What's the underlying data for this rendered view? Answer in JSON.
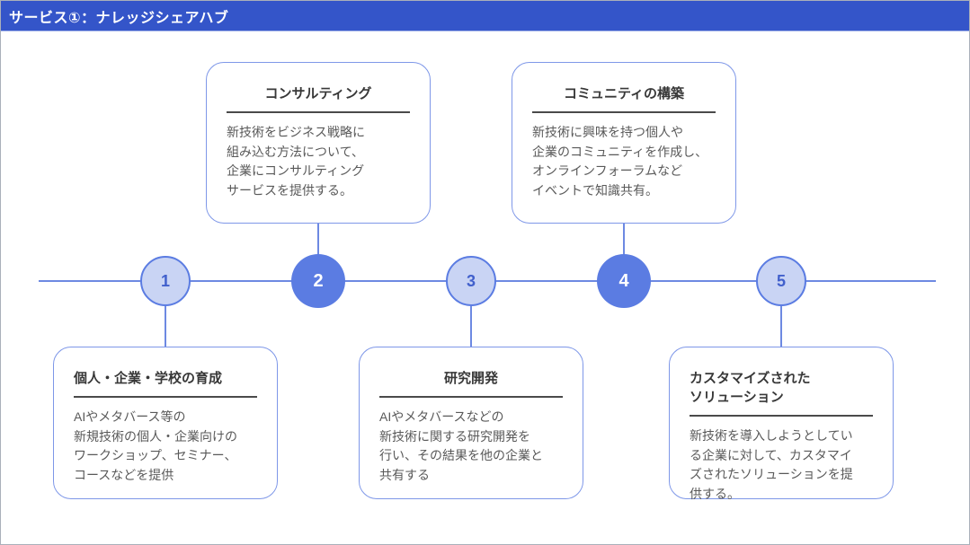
{
  "header": {
    "title": "サービス①：ナレッジシェアハブ"
  },
  "timeline": {
    "nodes": [
      {
        "number": "1",
        "variant": "light"
      },
      {
        "number": "2",
        "variant": "dark"
      },
      {
        "number": "3",
        "variant": "light"
      },
      {
        "number": "4",
        "variant": "dark"
      },
      {
        "number": "5",
        "variant": "light"
      }
    ]
  },
  "cards": [
    {
      "step": "1",
      "position": "bottom",
      "title": "個人・企業・学校の育成",
      "body": "AIやメタバース等の\n新規技術の個人・企業向けの\nワークショップ、セミナー、\nコースなどを提供"
    },
    {
      "step": "2",
      "position": "top",
      "title": "コンサルティング",
      "body": "新技術をビジネス戦略に\n組み込む方法について、\n企業にコンサルティング\nサービスを提供する。"
    },
    {
      "step": "3",
      "position": "bottom",
      "title": "研究開発",
      "body": "AIやメタバースなどの\n新技術に関する研究開発を\n行い、その結果を他の企業と\n共有する"
    },
    {
      "step": "4",
      "position": "top",
      "title": "コミュニティの構築",
      "body": "新技術に興味を持つ個人や\n企業のコミュニティを作成し、\nオンラインフォーラムなど\nイベントで知識共有。"
    },
    {
      "step": "5",
      "position": "bottom",
      "title": "カスタマイズされた\nソリューション",
      "body": "新技術を導入しようとしてい\nる企業に対して、カスタマイ\nズされたソリューションを提\n供する。"
    }
  ],
  "colors": {
    "header_bg": "#3455c9",
    "accent_line": "#6d89e2",
    "node_dark_fill": "#5b7ce2",
    "node_light_fill": "#c9d4f4",
    "node_light_text": "#4160cc",
    "card_border": "#7e97e8",
    "title_underline": "#4a4a4a",
    "body_text": "#595959"
  }
}
